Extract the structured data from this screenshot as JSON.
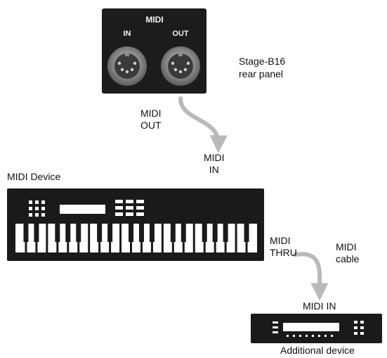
{
  "panel": {
    "title": "MIDI",
    "in_label": "IN",
    "out_label": "OUT",
    "caption_line1": "Stage-B16",
    "caption_line2": "rear panel"
  },
  "labels": {
    "midi_out": "MIDI\nOUT",
    "midi_in": "MIDI\nIN",
    "midi_device": "MIDI Device",
    "midi_thru": "MIDI\nTHRU",
    "midi_cable": "MIDI\ncable",
    "additional_midi_in": "MIDI IN",
    "additional_device": "Additional device"
  },
  "colors": {
    "panel": "#1c1c1c",
    "connector": "#8a8a8a",
    "cable": "#b9b9b9",
    "device": "#1a1a1a",
    "background": "#ffffff"
  }
}
